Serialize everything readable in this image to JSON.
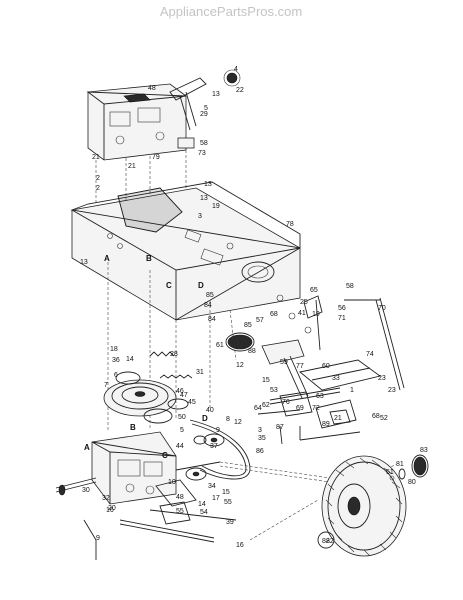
{
  "watermark": "AppliancePartsPros.com",
  "callouts": [
    "4",
    "22",
    "13",
    "48",
    "5",
    "29",
    "58",
    "73",
    "21",
    "79",
    "21",
    "2",
    "2",
    "13",
    "13",
    "19",
    "3",
    "13",
    "78",
    "A",
    "B",
    "C",
    "D",
    "85",
    "84",
    "84",
    "85",
    "65",
    "58",
    "25",
    "41",
    "68",
    "57",
    "56",
    "70",
    "19",
    "61",
    "88",
    "71",
    "28",
    "18",
    "36",
    "14",
    "31",
    "7",
    "6",
    "47",
    "45",
    "46",
    "40",
    "8",
    "50",
    "5",
    "9",
    "D",
    "12",
    "44",
    "12",
    "54",
    "55",
    "15",
    "53",
    "59",
    "69",
    "76",
    "72",
    "60",
    "33",
    "23",
    "62",
    "64",
    "23",
    "3",
    "87",
    "35",
    "86",
    "68",
    "52",
    "89",
    "21",
    "16",
    "37",
    "A",
    "B",
    "C",
    "30",
    "32",
    "20",
    "34",
    "10",
    "17",
    "15",
    "48",
    "14",
    "39",
    "16",
    "55",
    "83",
    "81",
    "51",
    "80",
    "82",
    "9",
    "74",
    "77",
    "63",
    "1"
  ],
  "legend_circle": "82"
}
